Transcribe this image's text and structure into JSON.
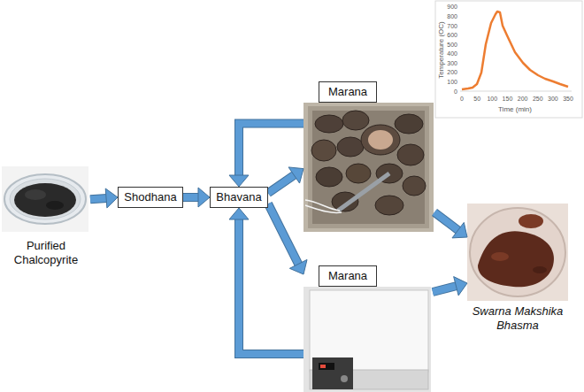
{
  "diagram": {
    "nodes": [
      {
        "text": [
          "Purified Chalcopyrite"
        ]
      },
      {
        "text": [
          "Shodhana"
        ]
      },
      {
        "text": [
          "Bhavana"
        ]
      },
      {
        "text": [
          "Marana"
        ]
      },
      {
        "text": [
          "Marana"
        ]
      },
      {
        "text": [
          "Swarna Makshika Bhasma"
        ]
      }
    ],
    "edges": [
      {
        "from": 0,
        "to": 1,
        "arrow": "to"
      },
      {
        "from": 1,
        "to": 2,
        "arrow": "to"
      },
      {
        "from": 2,
        "to": 3,
        "arrow": "to"
      },
      {
        "from": 2,
        "to": 4,
        "arrow": "to"
      },
      {
        "from": 3,
        "to": 2,
        "arrow": "to"
      },
      {
        "from": 4,
        "to": 2,
        "arrow": "to"
      },
      {
        "from": 3,
        "to": 5,
        "arrow": "to"
      },
      {
        "from": 4,
        "to": 5,
        "arrow": "to"
      }
    ],
    "labels": [
      "900",
      "800",
      "700",
      "600",
      "500",
      "400",
      "300",
      "200",
      "100",
      "0",
      "0",
      "50",
      "100",
      "150",
      "200",
      "250",
      "300",
      "350",
      "Temperature (OC)",
      "Time (min)"
    ]
  }
}
